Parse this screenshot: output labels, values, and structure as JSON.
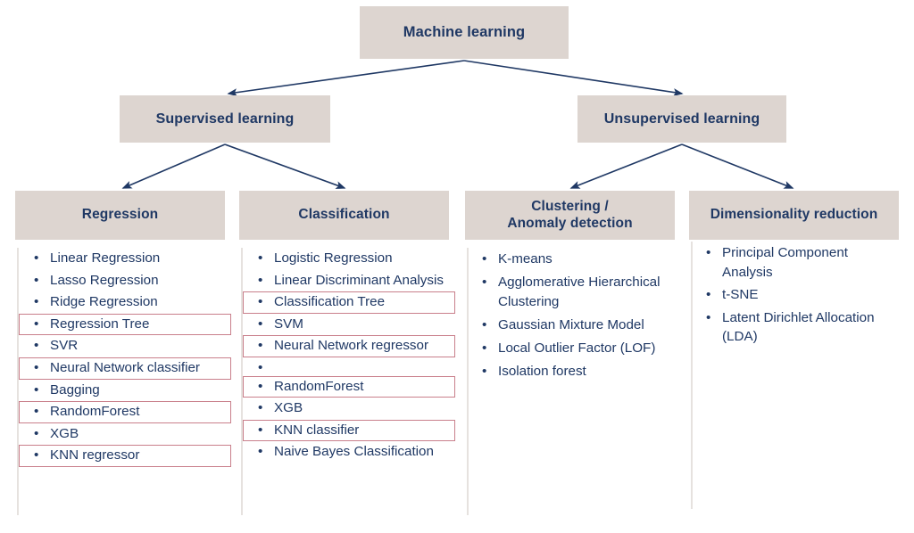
{
  "diagram": {
    "type": "hierarchy-tree",
    "title": "Machine learning",
    "colors": {
      "box_fill": "#ddd5d0",
      "text": "#1f3864",
      "connector": "#1f3864",
      "highlight_border": "#c97f8b",
      "divider": "#e6e2df",
      "background": "#ffffff"
    },
    "root": {
      "label": "Machine learning"
    },
    "level2": [
      {
        "label": "Supervised learning"
      },
      {
        "label": "Unsupervised learning"
      }
    ],
    "level3": [
      {
        "label": "Regression"
      },
      {
        "label": "Classification"
      },
      {
        "label": "Clustering /\nAnomaly detection"
      },
      {
        "label": "Dimensionality reduction"
      }
    ],
    "level3_clustering_line1": "Clustering /",
    "level3_clustering_line2": "Anomaly detection",
    "columns": {
      "regression": {
        "header": "Regression",
        "items": [
          {
            "label": "Linear Regression",
            "highlighted": false
          },
          {
            "label": "Lasso Regression",
            "highlighted": false
          },
          {
            "label": "Ridge Regression",
            "highlighted": false
          },
          {
            "label": "Regression Tree",
            "highlighted": true
          },
          {
            "label": "SVR",
            "highlighted": false
          },
          {
            "label": "Neural Network classifier",
            "highlighted": true
          },
          {
            "label": "Bagging",
            "highlighted": false
          },
          {
            "label": "RandomForest",
            "highlighted": true
          },
          {
            "label": "XGB",
            "highlighted": false
          },
          {
            "label": "KNN regressor",
            "highlighted": true
          }
        ]
      },
      "classification": {
        "header": "Classification",
        "items": [
          {
            "label": "Logistic Regression",
            "highlighted": false
          },
          {
            "label": "Linear Discriminant Analysis",
            "highlighted": false
          },
          {
            "label": "Classification Tree",
            "highlighted": true
          },
          {
            "label": "SVM",
            "highlighted": false
          },
          {
            "label": "Neural Network regressor",
            "highlighted": true
          },
          {
            "label": "",
            "highlighted": false
          },
          {
            "label": "RandomForest",
            "highlighted": true
          },
          {
            "label": "XGB",
            "highlighted": false
          },
          {
            "label": "KNN classifier",
            "highlighted": true
          },
          {
            "label": "Naive Bayes Classification",
            "highlighted": false
          }
        ]
      },
      "clustering": {
        "header": "Clustering / Anomaly detection",
        "items": [
          {
            "label": "K-means",
            "highlighted": false
          },
          {
            "label": "Agglomerative Hierarchical Clustering",
            "highlighted": false
          },
          {
            "label": "Gaussian Mixture Model",
            "highlighted": false
          },
          {
            "label": "Local Outlier Factor (LOF)",
            "highlighted": false
          },
          {
            "label": "Isolation forest",
            "highlighted": false
          }
        ]
      },
      "dimreduction": {
        "header": "Dimensionality reduction",
        "items": [
          {
            "label": "Principal Component Analysis",
            "highlighted": false
          },
          {
            "label": "t-SNE",
            "highlighted": false
          },
          {
            "label": "Latent Dirichlet Allocation (LDA)",
            "highlighted": false
          }
        ]
      }
    }
  }
}
